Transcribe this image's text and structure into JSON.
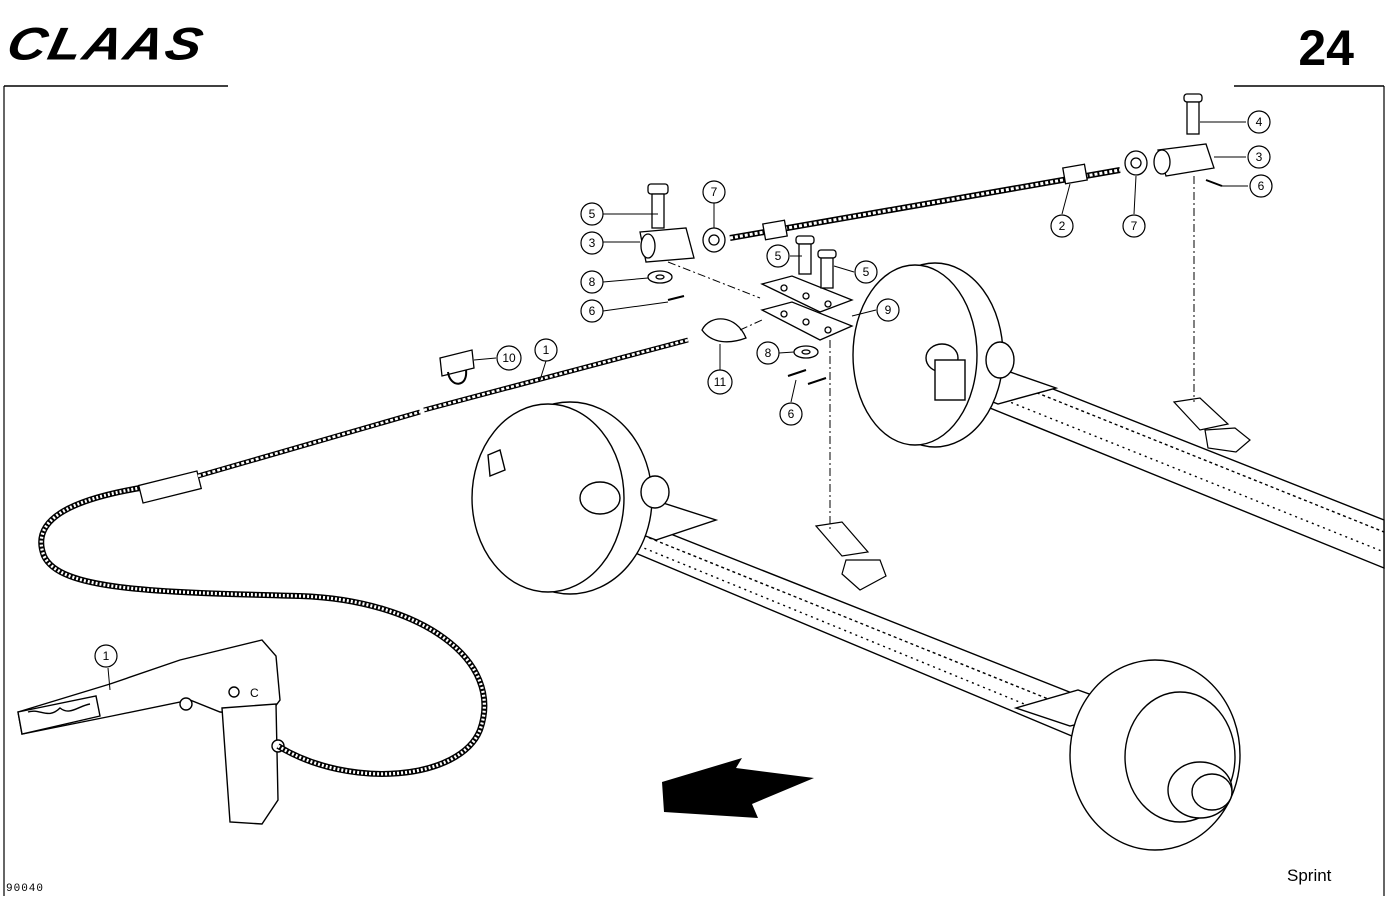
{
  "header": {
    "brand": "CLAAS",
    "page_number": "24"
  },
  "footer": {
    "model": "Sprint",
    "drawing_number": "90040"
  },
  "callouts": [
    {
      "id": "c1a",
      "label": "1"
    },
    {
      "id": "c1b",
      "label": "1"
    },
    {
      "id": "c2",
      "label": "2"
    },
    {
      "id": "c3a",
      "label": "3"
    },
    {
      "id": "c3b",
      "label": "3"
    },
    {
      "id": "c4",
      "label": "4"
    },
    {
      "id": "c5a",
      "label": "5"
    },
    {
      "id": "c5b",
      "label": "5"
    },
    {
      "id": "c5c",
      "label": "5"
    },
    {
      "id": "c6a",
      "label": "6"
    },
    {
      "id": "c6b",
      "label": "6"
    },
    {
      "id": "c6c",
      "label": "6"
    },
    {
      "id": "c7a",
      "label": "7"
    },
    {
      "id": "c7b",
      "label": "7"
    },
    {
      "id": "c8a",
      "label": "8"
    },
    {
      "id": "c8b",
      "label": "8"
    },
    {
      "id": "c9",
      "label": "9"
    },
    {
      "id": "c10",
      "label": "10"
    },
    {
      "id": "c11",
      "label": "11"
    }
  ]
}
